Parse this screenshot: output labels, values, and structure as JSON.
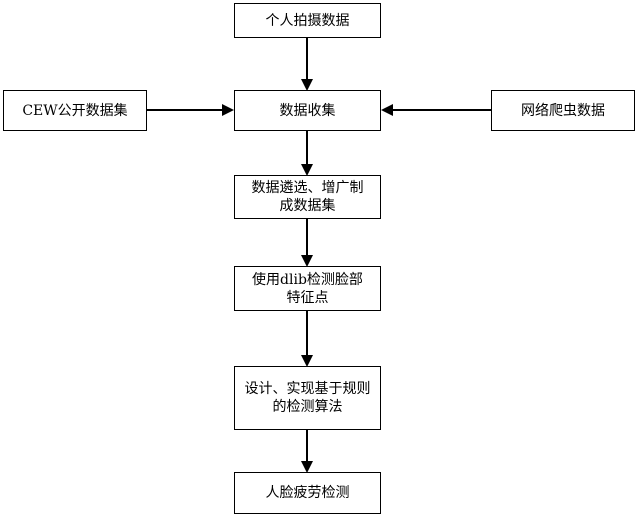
{
  "nodes": {
    "personal": "个人拍摄数据",
    "collect": "数据收集",
    "cew": "CEW公开数据集",
    "crawler": "网络爬虫数据",
    "filter": {
      "line1": "数据遴选、增广制",
      "line2": "成数据集"
    },
    "dlib": {
      "line1": "使用dlib检测脸部",
      "line2": "特征点"
    },
    "design": {
      "line1": "设计、实现基于规则",
      "line2": "的检测算法"
    },
    "fatigue": "人脸疲劳检测"
  },
  "colors": {
    "stroke": "#000000",
    "fill": "#ffffff"
  }
}
